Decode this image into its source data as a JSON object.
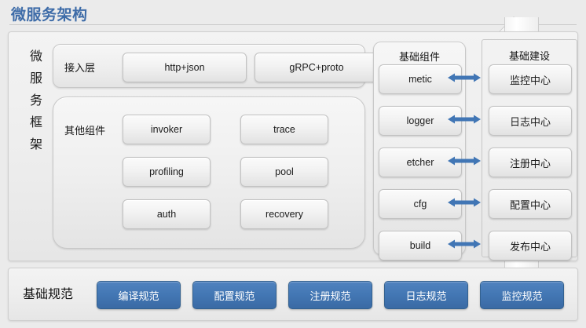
{
  "page": {
    "title": "微服务架构",
    "accent_color": "#3e6ca8",
    "background": "#ebebeb"
  },
  "framework": {
    "sidebar_label": "微服务框架",
    "sidebar_chars": [
      "微",
      "服",
      "务",
      "框",
      "架"
    ],
    "access_layer": {
      "title": "接入层",
      "items": [
        {
          "label": "http+json"
        },
        {
          "label": "gRPC+proto"
        }
      ]
    },
    "other_components": {
      "title": "其他组件",
      "items": [
        {
          "label": "invoker"
        },
        {
          "label": "trace"
        },
        {
          "label": "profiling"
        },
        {
          "label": "pool"
        },
        {
          "label": "auth"
        },
        {
          "label": "recovery"
        }
      ]
    }
  },
  "base_components": {
    "title": "基础组件",
    "items": [
      {
        "label": "metic"
      },
      {
        "label": "logger"
      },
      {
        "label": "etcher"
      },
      {
        "label": "cfg"
      },
      {
        "label": "build"
      }
    ]
  },
  "infrastructure": {
    "title": "基础建设",
    "items": [
      {
        "label": "监控中心"
      },
      {
        "label": "日志中心"
      },
      {
        "label": "注册中心"
      },
      {
        "label": "配置中心"
      },
      {
        "label": "发布中心"
      }
    ]
  },
  "connectors": {
    "arrow_color": "#4176b5",
    "style": "double-headed",
    "count": 5
  },
  "norms": {
    "title": "基础规范",
    "button_color": "#4377b4",
    "items": [
      {
        "label": "编译规范"
      },
      {
        "label": "配置规范"
      },
      {
        "label": "注册规范"
      },
      {
        "label": "日志规范"
      },
      {
        "label": "监控规范"
      }
    ]
  }
}
